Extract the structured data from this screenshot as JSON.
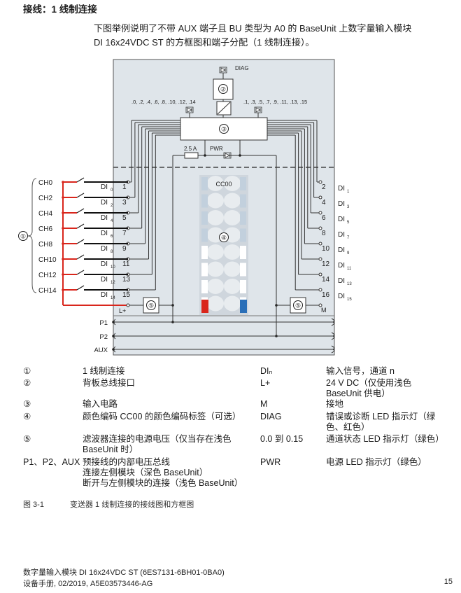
{
  "heading": "接线：1 线制连接",
  "intro": {
    "line1": "下图举例说明了不带 AUX 端子且 BU 类型为 A0 的 BaseUnit 上数字量输入模块",
    "line2": "DI 16x24VDC ST 的方框图和端子分配（1 线制连接）。"
  },
  "diagram": {
    "diag_label": "DIAG",
    "even_leds": ".0, .2, .4, .6, .8, .10, .12, .14",
    "odd_leds": ".1, .3, .5, .7, .9, .11, .13, .15",
    "fuse": "2.5 A",
    "pwr": "PWR",
    "color_label": "CC00",
    "markers": [
      "①",
      "②",
      "③",
      "④",
      "⑤"
    ],
    "channels": [
      "CH0",
      "CH2",
      "CH4",
      "CH6",
      "CH8",
      "CH10",
      "CH12",
      "CH14"
    ],
    "left_terminals": [
      "1",
      "3",
      "5",
      "7",
      "9",
      "11",
      "13",
      "15"
    ],
    "left_di": [
      "0",
      "2",
      "4",
      "6",
      "8",
      "10",
      "12",
      "14"
    ],
    "right_terminals": [
      "2",
      "4",
      "6",
      "8",
      "10",
      "12",
      "14",
      "16"
    ],
    "right_di": [
      "1",
      "3",
      "5",
      "7",
      "9",
      "11",
      "13",
      "15"
    ],
    "di_prefix": "DI",
    "lplus": "L+",
    "m": "M",
    "buses": [
      "P1",
      "P2",
      "AUX"
    ],
    "colors": {
      "module_bg": "#dfe5ea",
      "wire_red": "#d9261c",
      "red_tag": "#d9261c",
      "blue_tag": "#2a6fb8"
    }
  },
  "legend": [
    {
      "key": "①",
      "desc": "1 线制连接",
      "key2": "DIₙ",
      "desc2": "输入信号，通道 n"
    },
    {
      "key": "②",
      "desc": "背板总线接口",
      "key2": "L+",
      "desc2": "24 V DC（仅使用浅色\nBaseUnit 供电）"
    },
    {
      "key": "③",
      "desc": "输入电路",
      "key2": "M",
      "desc2": "接地"
    },
    {
      "key": "④",
      "desc": "颜色编码 CC00 的颜色编码标签（可选）",
      "key2": "DIAG",
      "desc2": "错误或诊断 LED 指示灯（绿\n色、红色）"
    },
    {
      "key": "⑤",
      "desc": "滤波器连接的电源电压（仅当存在浅色\nBaseUnit 时）",
      "key2": "0.0 到 0.15",
      "desc2": "通道状态 LED 指示灯（绿色）"
    },
    {
      "key": "P1、P2、AUX",
      "desc": "预接线的内部电压总线\n连接左侧模块（深色 BaseUnit）\n断开与左侧模块的连接（浅色 BaseUnit）",
      "key2": "PWR",
      "desc2": "电源 LED 指示灯（绿色）"
    }
  ],
  "caption": {
    "num": "图 3-1",
    "text": "变送器 1 线制连接的接线图和方框图"
  },
  "footer": {
    "line1": "数字量输入模块 DI 16x24VDC ST (6ES7131-6BH01-0BA0)",
    "line2": "设备手册, 02/2019, A5E03573446-AG",
    "page": "15"
  }
}
